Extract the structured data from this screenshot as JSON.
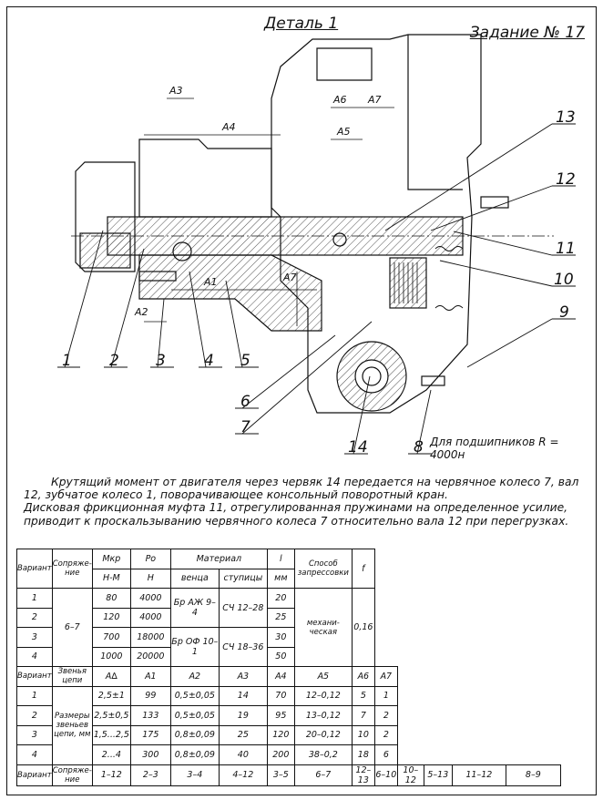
{
  "header": {
    "title": "Деталь 1",
    "task": "Задание № 17"
  },
  "drawing": {
    "leader_labels": [
      "1",
      "2",
      "3",
      "4",
      "5",
      "6",
      "7",
      "8",
      "9",
      "10",
      "11",
      "12",
      "13",
      "14"
    ],
    "dims": {
      "A1": "A1",
      "A2": "A2",
      "A3": "A3",
      "A4": "A4",
      "A5": "A5",
      "A6": "A6",
      "A7": "A7",
      "A7b": "A7"
    },
    "note": "Для подшипников R = 4000н"
  },
  "description": {
    "p1": "Крутящий момент от двигателя через червяк 14 передается на червячное колесо 7, вал 12, зубчатое колесо 1, поворачивающее консольный поворотный кран.",
    "p2": "Дисковая фрикционная муфта 11, отрегулированная пружинами на определенное усилие, приводит к проскальзыванию червячного колеса 7 относительно вала 12 при перегрузках."
  },
  "table1": {
    "h_variant": "Вариант",
    "h_pair": "Сопряже-ние",
    "h_mkr": "Мкр",
    "h_po": "Ро",
    "h_material": "Материал",
    "h_l": "l",
    "h_method": "Способ запрессовки",
    "h_f": "f",
    "u_mkr": "Н-М",
    "u_po": "Н",
    "u_crown": "венца",
    "u_hub": "ступицы",
    "u_l": "мм",
    "pair_value": "6–7",
    "method_value": "механи-ческая",
    "f_value": "0,16",
    "mat_crown_a": "Бр АЖ 9–4",
    "mat_hub_a": "СЧ 12–28",
    "mat_crown_b": "Бр ОФ 10–1",
    "mat_hub_b": "СЧ 18–36",
    "rows": [
      {
        "v": "1",
        "mkr": "80",
        "po": "4000",
        "l": "20"
      },
      {
        "v": "2",
        "mkr": "120",
        "po": "4000",
        "l": "25"
      },
      {
        "v": "3",
        "mkr": "700",
        "po": "18000",
        "l": "30"
      },
      {
        "v": "4",
        "mkr": "1000",
        "po": "20000",
        "l": "50"
      }
    ]
  },
  "table2": {
    "h_variant": "Вариант",
    "h_links": "Звенья цепи",
    "h_sizes": "Размеры звеньев цепи, мм",
    "cols": [
      "А∆",
      "А1",
      "А2",
      "А3",
      "А4",
      "А5",
      "А6",
      "А7"
    ],
    "rows": [
      {
        "v": "1",
        "c": [
          "2,5±1",
          "99",
          "0,5±0,05",
          "14",
          "70",
          "12–0,12",
          "5",
          "1"
        ]
      },
      {
        "v": "2",
        "c": [
          "2,5±0,5",
          "133",
          "0,5±0,05",
          "19",
          "95",
          "13–0,12",
          "7",
          "2"
        ]
      },
      {
        "v": "3",
        "c": [
          "1,5...2,5",
          "175",
          "0,8±0,09",
          "25",
          "120",
          "20–0,12",
          "10",
          "2"
        ]
      },
      {
        "v": "4",
        "c": [
          "2...4",
          "300",
          "0,8±0,09",
          "40",
          "200",
          "38–0,2",
          "18",
          "6"
        ]
      }
    ]
  },
  "table3": {
    "h_variant": "Вариант",
    "h_pair": "Сопряже-ние",
    "cols": [
      "1–12",
      "2–3",
      "3–4",
      "4–12",
      "3–5",
      "6–7",
      "12–13",
      "6–10",
      "10–12",
      "5–13",
      "11–12",
      "8–9"
    ]
  }
}
